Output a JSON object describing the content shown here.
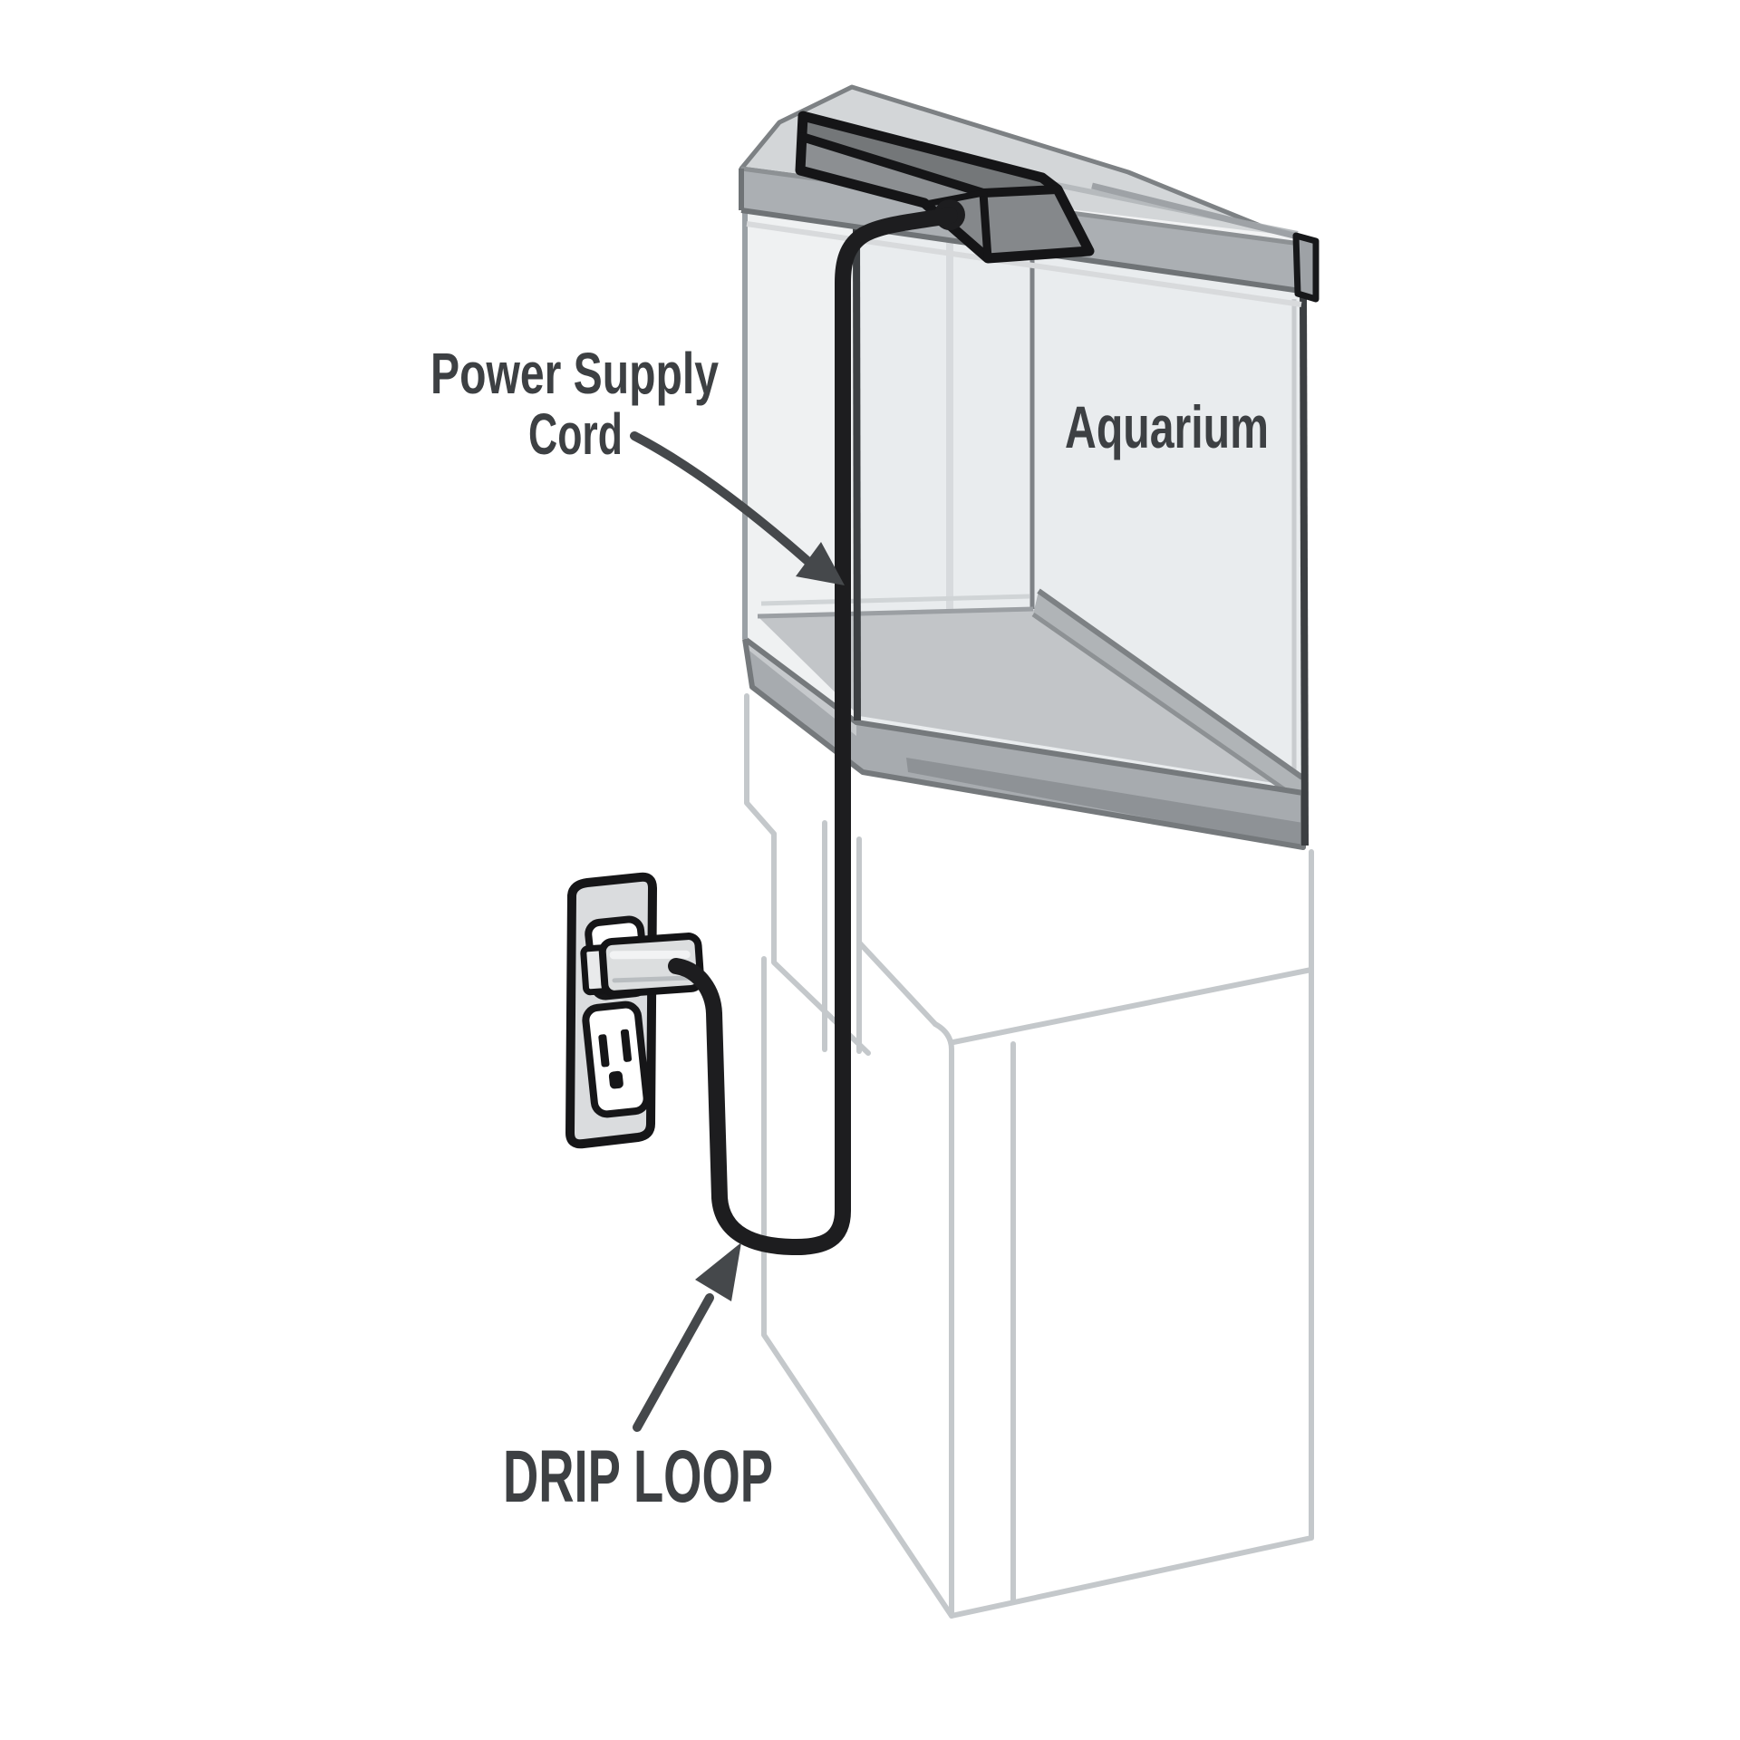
{
  "figure": {
    "type": "instructional diagram",
    "subject": "Aquarium power supply cord drip loop setup"
  },
  "labels": {
    "power_supply_cord": {
      "line1": "Power Supply",
      "line2": "Cord"
    },
    "aquarium": "Aquarium",
    "drip_loop": "DRIP LOOP"
  },
  "colors": {
    "background": "#ffffff",
    "outline": "#151517",
    "label_text": "#3d4043",
    "arrow": "#45484b",
    "cord": "#1d1d1f",
    "fixture_gray": "#85888b",
    "fixture_top": "#747779",
    "fixture_front": "#8c8f92",
    "hood_top": "#d3d6d8",
    "hood_band": "#abafb3",
    "glass_left": "#eff1f2",
    "glass_front": "#e9ecee",
    "floor_gray": "#c2c5c8",
    "frame_gray": "#a7abaf",
    "frame_dark": "#8e9296",
    "stand_outline": "#c4c8cb",
    "outlet_plate": "#dadcde",
    "plug_body": "#dcdedf"
  }
}
